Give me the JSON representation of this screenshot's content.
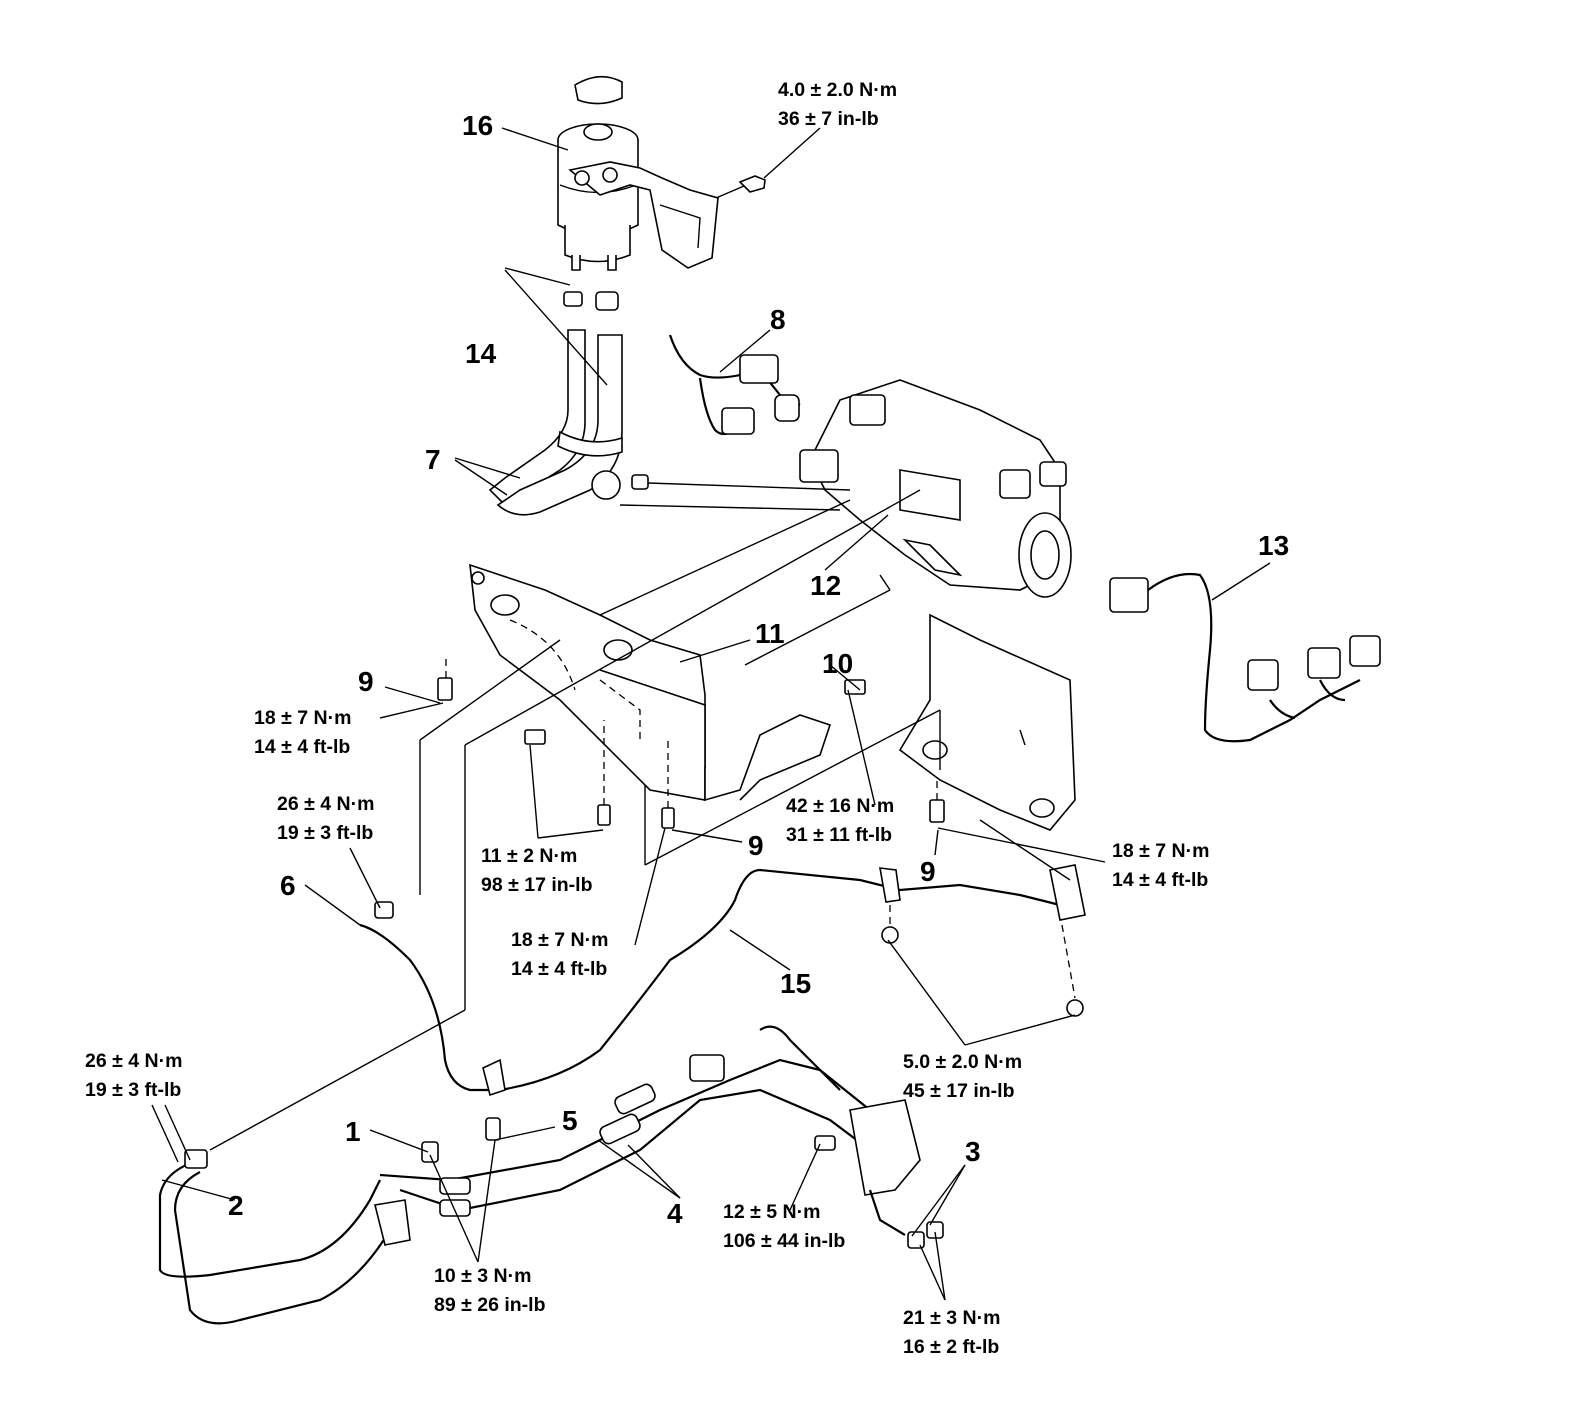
{
  "parts": {
    "p1": "1",
    "p2": "2",
    "p3": "3",
    "p4": "4",
    "p5": "5",
    "p6": "6",
    "p7": "7",
    "p8": "8",
    "p9a": "9",
    "p9b": "9",
    "p9c": "9",
    "p10": "10",
    "p11": "11",
    "p12": "12",
    "p13": "13",
    "p14": "14",
    "p15": "15",
    "p16": "16"
  },
  "torques": {
    "t_reservoir": [
      "4.0 ± 2.0 N·m",
      "36 ± 7 in-lb"
    ],
    "t_9_left": [
      "18 ± 7 N·m",
      "14 ± 4 ft-lb"
    ],
    "t_6": [
      "26 ± 4 N·m",
      "19 ± 3 ft-lb"
    ],
    "t_bracket_bolt": [
      "11 ± 2 N·m",
      "98 ± 17 in-lb"
    ],
    "t_9_center": [
      "18 ± 7 N·m",
      "14 ± 4 ft-lb"
    ],
    "t_10": [
      "42 ± 16 N·m",
      "31 ± 11 ft-lb"
    ],
    "t_9_right": [
      "18 ± 7 N·m",
      "14 ± 4 ft-lb"
    ],
    "t_2": [
      "26 ± 4 N·m",
      "19 ± 3 ft-lb"
    ],
    "t_15_nuts": [
      "5.0 ± 2.0 N·m",
      "45 ± 17 in-lb"
    ],
    "t_1_5": [
      "10 ± 3 N·m",
      "89 ± 26 in-lb"
    ],
    "t_clamp": [
      "12 ± 5 N·m",
      "106 ± 44 in-lb"
    ],
    "t_3": [
      "21 ± 3 N·m",
      "16 ± 2 ft-lb"
    ]
  }
}
